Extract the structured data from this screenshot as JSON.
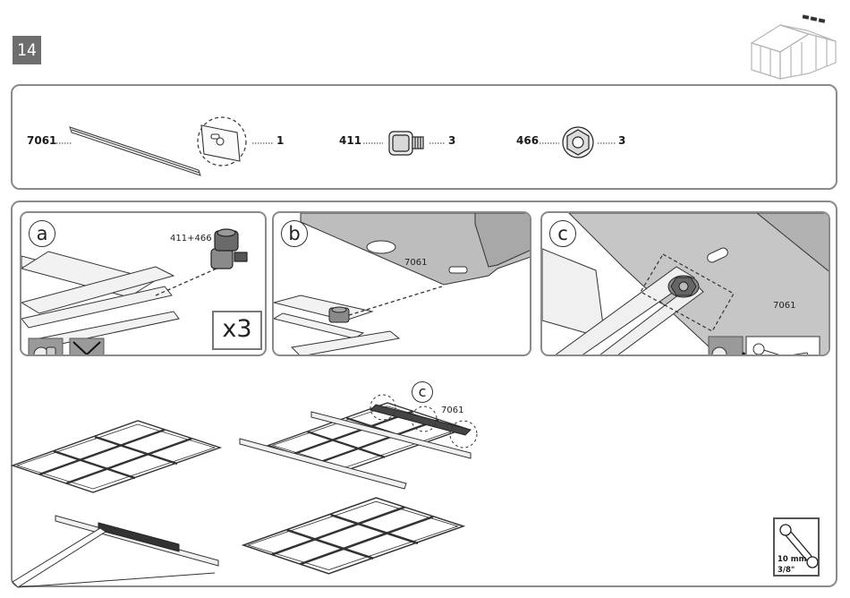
{
  "step": {
    "number": "14"
  },
  "parts": [
    {
      "code": "7061",
      "qty": "1"
    },
    {
      "code": "411",
      "qty": "3"
    },
    {
      "code": "466",
      "qty": "3"
    }
  ],
  "panel_a": {
    "letter": "a",
    "combo": "411+466",
    "multiplier": "x3"
  },
  "panel_b": {
    "letter": "b",
    "part": "7061"
  },
  "panel_c": {
    "letter": "c",
    "part": "7061"
  },
  "overview": {
    "callout": "c",
    "part": "7061"
  },
  "tool": {
    "size": "10 mm",
    "imperial": "3/8\""
  }
}
